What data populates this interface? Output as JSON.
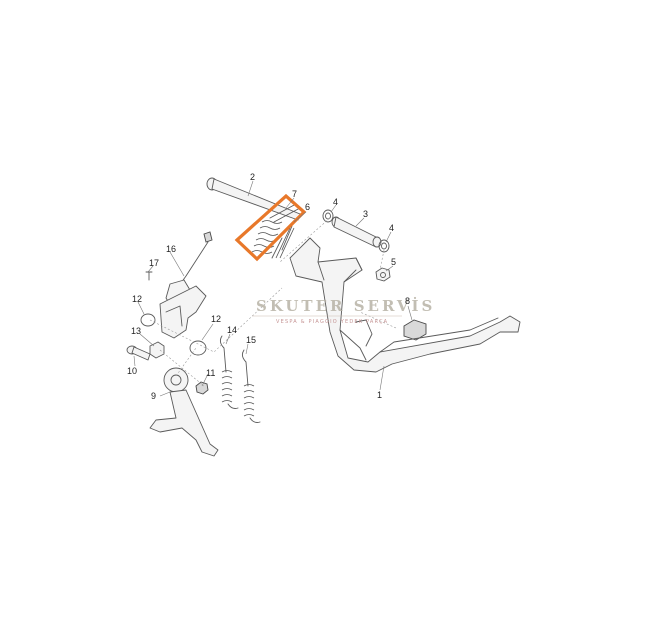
{
  "watermark": {
    "title": "SKUTER SERVİS",
    "subtitle": "VESPA & PIAGGIO YEDEK PARÇA"
  },
  "highlight": {
    "color": "#e8782a",
    "target_label": "7"
  },
  "callouts": [
    "1",
    "2",
    "3",
    "4",
    "4",
    "5",
    "6",
    "7",
    "8",
    "9",
    "10",
    "11",
    "12",
    "12",
    "13",
    "14",
    "15",
    "16",
    "17"
  ]
}
